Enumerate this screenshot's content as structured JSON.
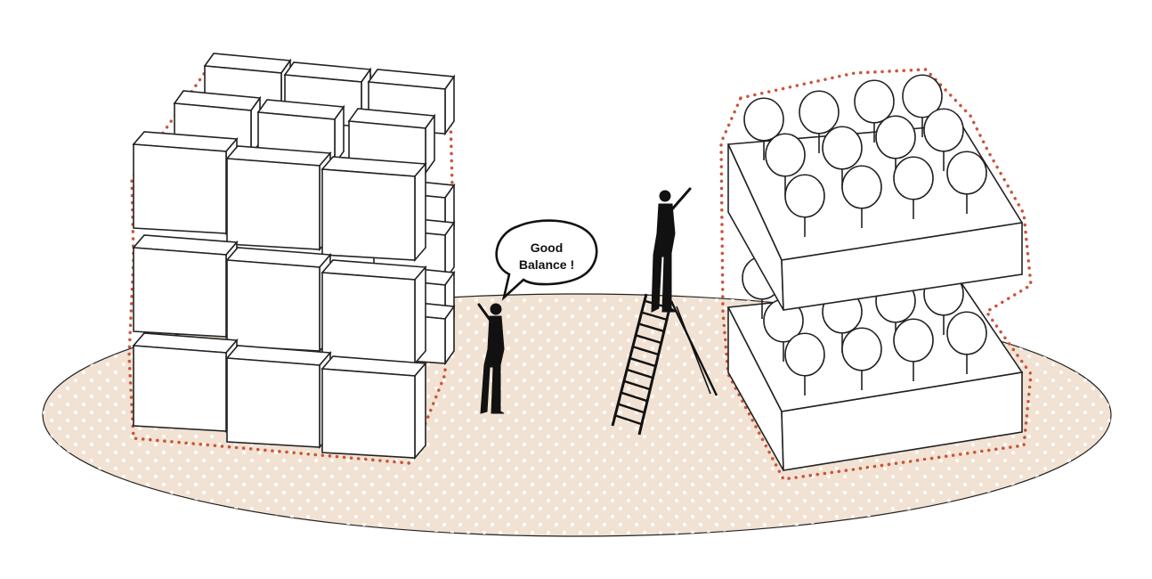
{
  "speech_bubble": {
    "line1": "Good",
    "line2": "Balance !"
  },
  "colors": {
    "ground_fill": "#f1e2d3",
    "ground_dots": "#ffffff",
    "outline_dots": "#c9553a",
    "ink": "#111111",
    "block_face": "#ffffff"
  },
  "icons": {
    "left_structure": "stacked-cubes",
    "right_structure": "stacked-slabs-with-trees",
    "person_left": "person-pointing-icon",
    "person_right": "person-on-ladder-icon",
    "ladder": "ladder-icon"
  }
}
